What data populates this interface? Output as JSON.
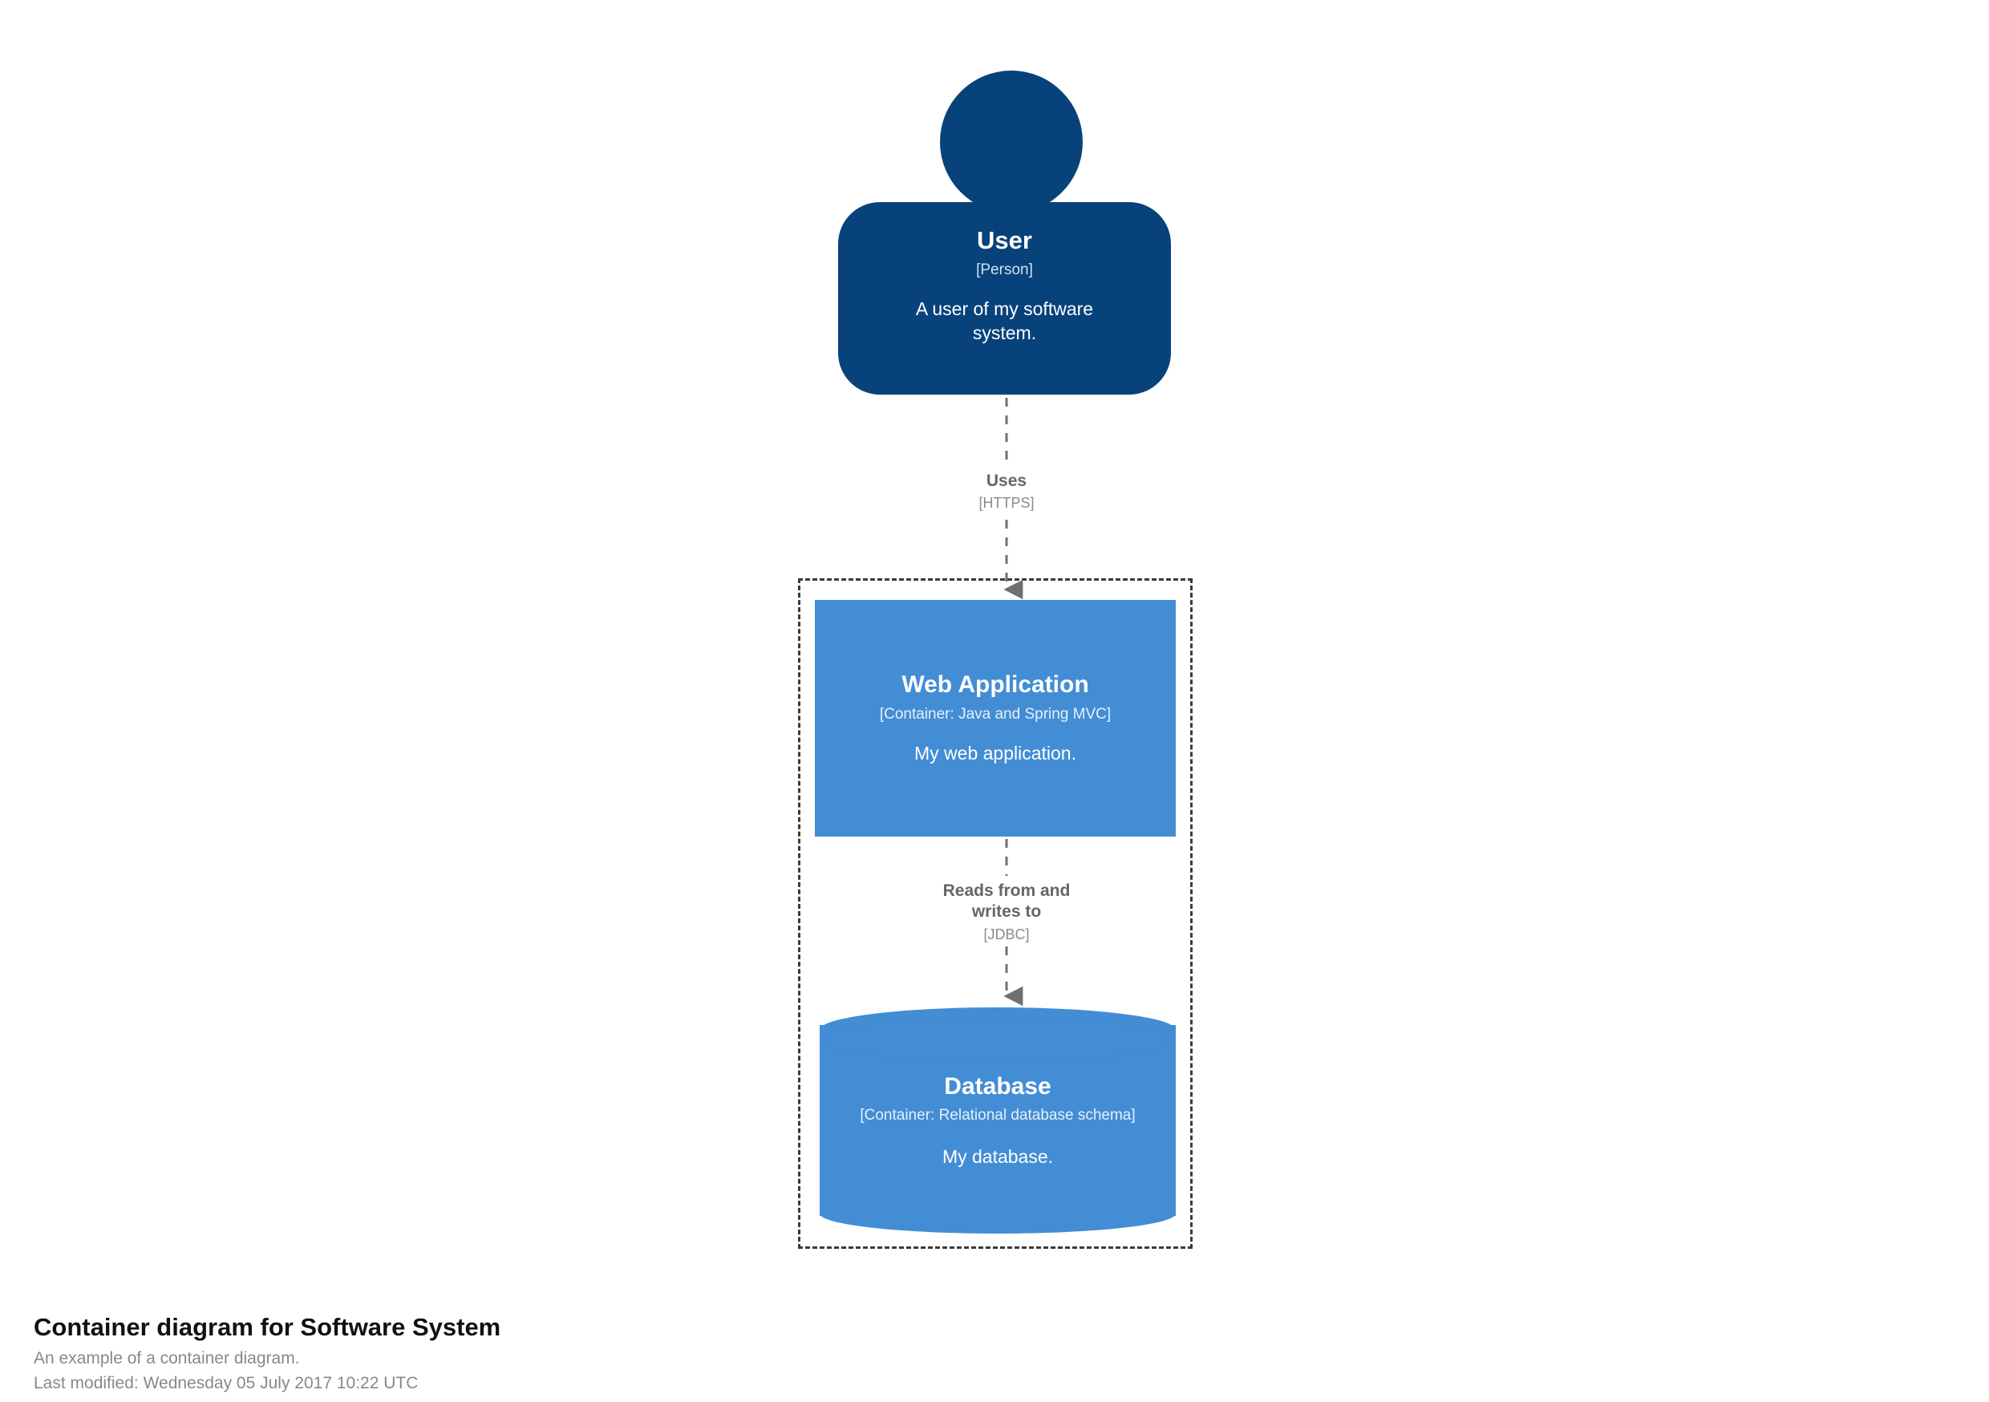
{
  "diagram": {
    "type": "c4-container-diagram",
    "colors": {
      "person_fill": "#08427b",
      "container_fill": "#438dd5",
      "boundary_stroke": "#3a3a3a",
      "relationship_stroke": "#707070",
      "element_text": "#ffffff",
      "relationship_text": "#666666"
    },
    "elements": [
      {
        "id": "user",
        "shape": "person",
        "name": "User",
        "type": "[Person]",
        "description": "A user of my software system."
      },
      {
        "id": "web-application",
        "shape": "box",
        "name": "Web Application",
        "type": "[Container: Java and Spring MVC]",
        "description": "My web application."
      },
      {
        "id": "database",
        "shape": "cylinder",
        "name": "Database",
        "type": "[Container: Relational database schema]",
        "description": "My database."
      }
    ],
    "relationships": [
      {
        "id": "user-uses-webapp",
        "source": "user",
        "destination": "web-application",
        "description": "Uses",
        "technology": "[HTTPS]",
        "line_style": "dashed",
        "arrow": "filled-triangle"
      },
      {
        "id": "webapp-reads-writes-database",
        "source": "web-application",
        "destination": "database",
        "description_line_1": "Reads from and",
        "description_line_2": "writes to",
        "technology": "[JDBC]",
        "line_style": "dashed",
        "arrow": "filled-triangle"
      }
    ],
    "boundary": {
      "style": "dashed",
      "label": ""
    }
  },
  "caption": {
    "title": "Container diagram for Software System",
    "subtitle": "An example of a container diagram.",
    "last_modified": "Last modified: Wednesday 05 July 2017 10:22 UTC"
  }
}
